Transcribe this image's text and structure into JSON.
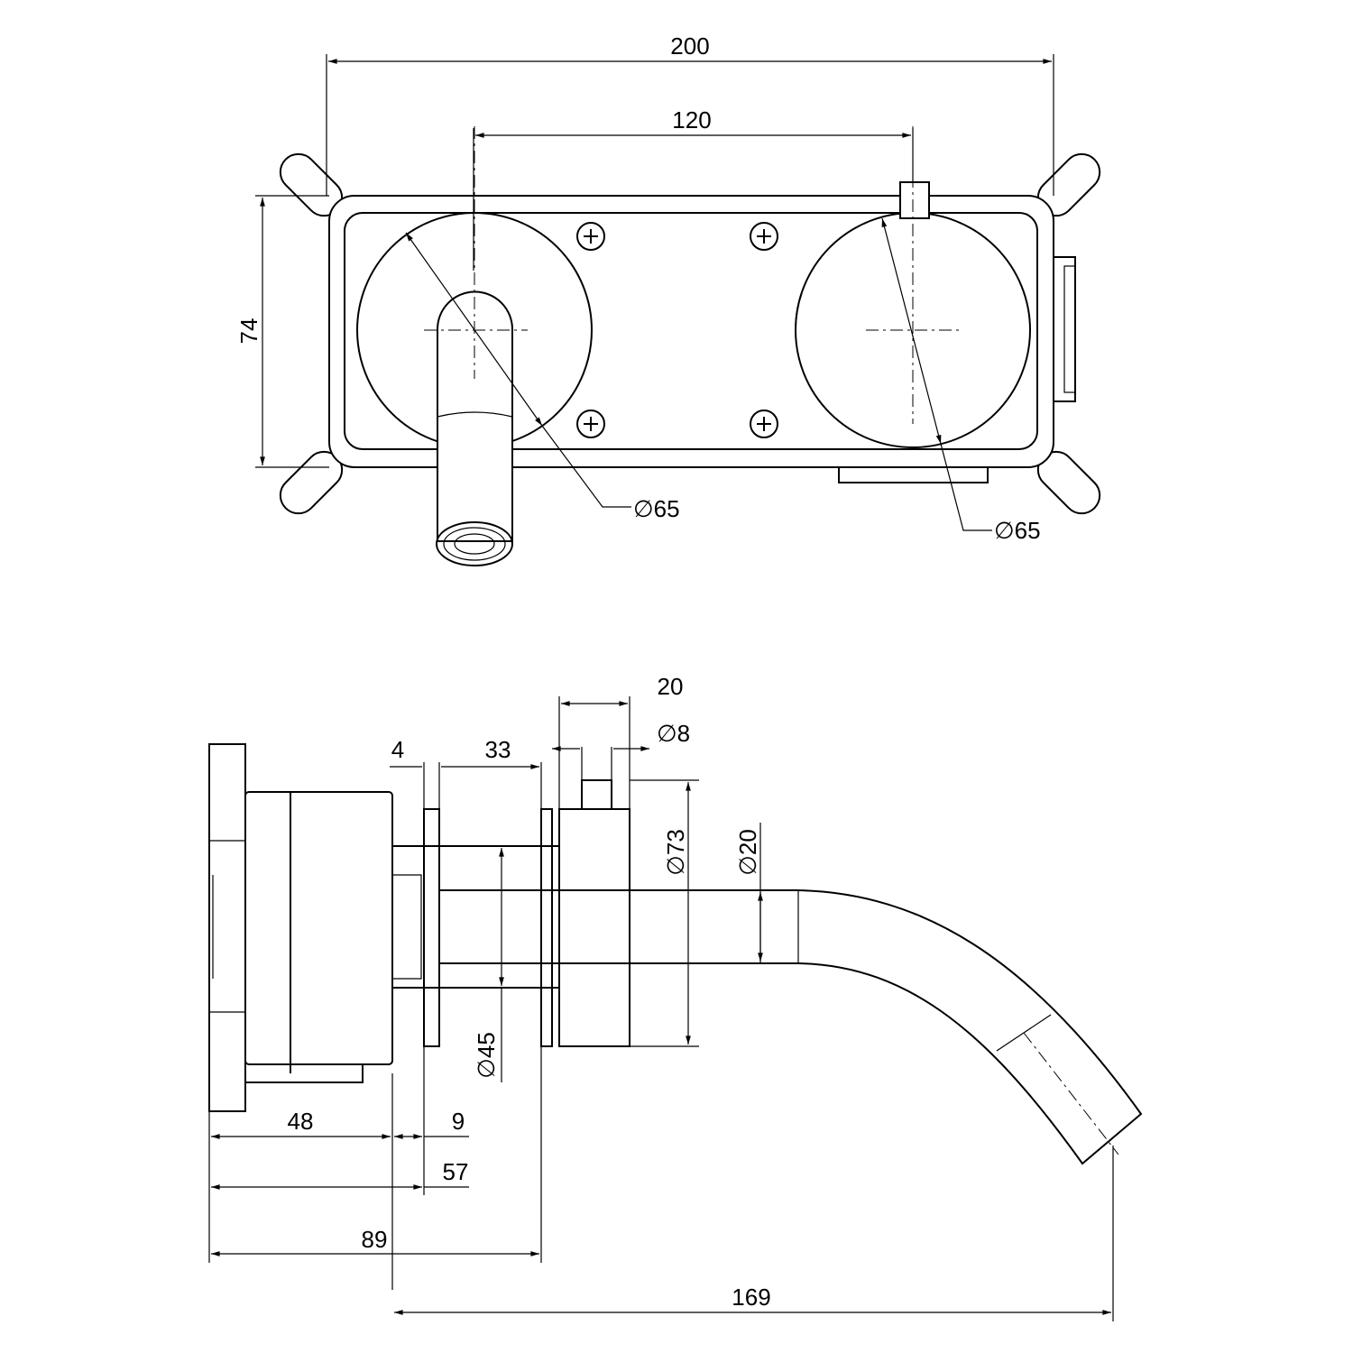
{
  "top_view": {
    "width_overall": "200",
    "center_distance": "120",
    "height": "74",
    "left_diameter": "∅65",
    "right_diameter": "∅65"
  },
  "side_view": {
    "handle_width": "20",
    "knob_diameter": "∅8",
    "flange_thickness": "4",
    "flange_gap": "33",
    "handle_diameter": "∅73",
    "spout_diameter": "∅20",
    "rosette_diameter": "∅45",
    "body_depth": "48",
    "flange_offset": "9",
    "to_flange": "57",
    "to_handle": "89",
    "spout_reach": "169"
  },
  "colors": {
    "line": "#000000",
    "background": "#ffffff"
  }
}
